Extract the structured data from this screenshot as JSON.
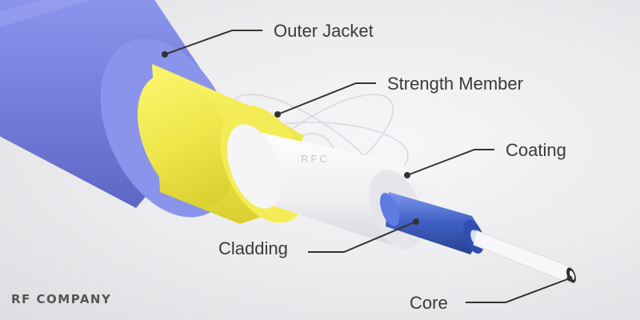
{
  "labels": {
    "outer_jacket": "Outer Jacket",
    "strength_member": "Strength Member",
    "coating": "Coating",
    "cladding": "Cladding",
    "core": "Core"
  },
  "brand": "RF COMPANY",
  "watermark": "RFC",
  "colors": {
    "outer_jacket": "#7a86e0",
    "strength_member": "#f0ea4a",
    "coating": "#f2f2f4",
    "cladding": "#3f5fc4",
    "core": "#f6f6f8",
    "leader": "#333333"
  }
}
